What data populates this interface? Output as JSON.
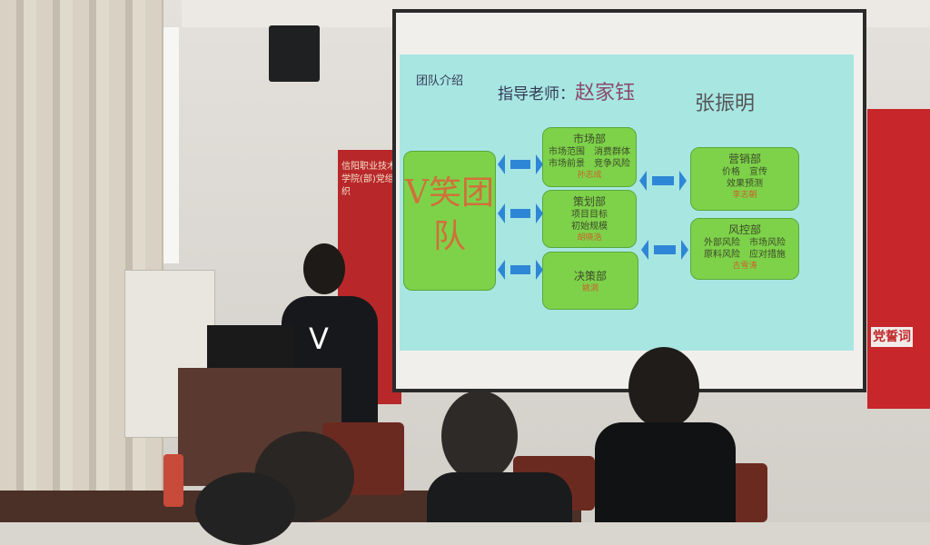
{
  "wall": {
    "banner_left_text": "信阳职业技术学院(部)党组织",
    "banner_right_text": "党誓词"
  },
  "slide": {
    "section_title": "团队介绍",
    "advisor_label": "指导老师：",
    "advisor_1": "赵家钰",
    "advisor_2": "张振明",
    "team_name": "V笑团队",
    "departments": [
      {
        "name": "市场部",
        "items": [
          "市场范围　消费群体",
          "市场前景　竞争风险"
        ],
        "member": "孙志成"
      },
      {
        "name": "策划部",
        "items": [
          "项目目标",
          "初始规模"
        ],
        "member": "胡晓浩"
      },
      {
        "name": "决策部",
        "items": [],
        "member": "姚洞"
      },
      {
        "name": "营销部",
        "items": [
          "价格　宣传",
          "效果预测"
        ],
        "member": "李志朝"
      },
      {
        "name": "风控部",
        "items": [
          "外部风险　市场风险",
          "原料风险　应对措施"
        ],
        "member": "古雪涛"
      }
    ]
  },
  "presenter_shirt": "V"
}
